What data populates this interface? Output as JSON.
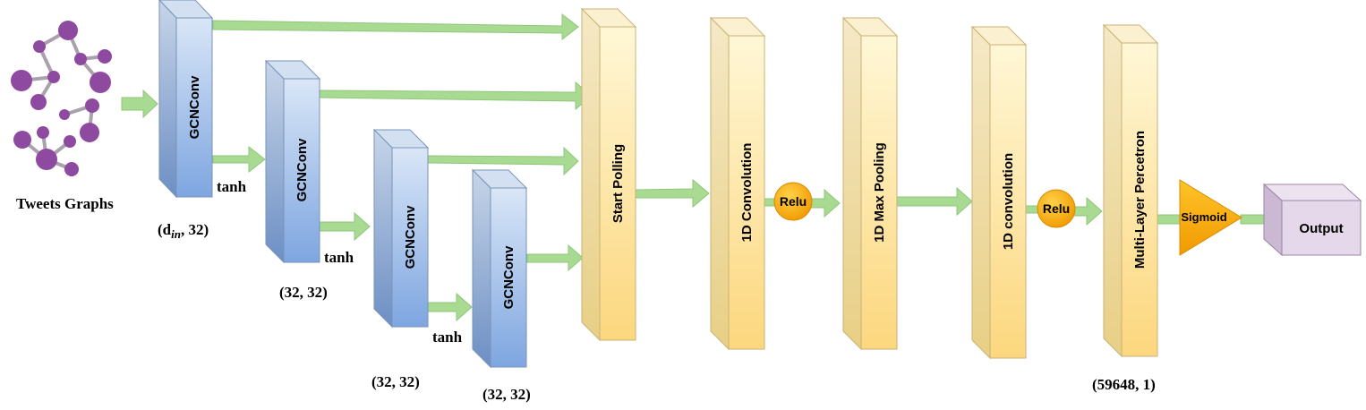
{
  "input": {
    "label": "Tweets Graphs",
    "icon": "graph-network-icon"
  },
  "gcn_layers": [
    {
      "label": "GCNConv",
      "activation": "tanh",
      "shape_main": "(d",
      "shape_sub": "in",
      "shape_rest": ", 32)"
    },
    {
      "label": "GCNConv",
      "activation": "tanh",
      "shape": "(32, 32)"
    },
    {
      "label": "GCNConv",
      "activation": "tanh",
      "shape": "(32, 32)"
    },
    {
      "label": "GCNConv",
      "shape": "(32, 32)"
    }
  ],
  "blocks": {
    "start_pooling": "Start Polling",
    "conv1": "1D Convolution",
    "maxpool": "1D Max Pooling",
    "conv2": "1D convolution",
    "mlp": "Multi-Layer Percetron",
    "mlp_shape": "(59648, 1)"
  },
  "activations": {
    "relu1": "Relu",
    "relu2": "Relu",
    "sigmoid": "Sigmoid"
  },
  "output": {
    "label": "Output"
  },
  "colors": {
    "blue_front": "#a8c4ee",
    "blue_side": "#bcd0ea",
    "yellow_front": "#fde8a6",
    "yellow_side": "#f7e3b3",
    "arrow": "#a6d990",
    "relu": "#f5a000",
    "purple": "#8e4aa0",
    "output": "#e3d6ea"
  }
}
